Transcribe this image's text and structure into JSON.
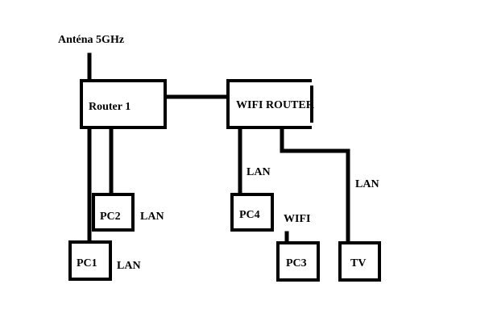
{
  "colors": {
    "background": "#ffffff",
    "ink": "#000000"
  },
  "labels": {
    "antenna": "Anténa 5GHz",
    "router1": "Router 1",
    "wifi_router": "WIFI ROUTER",
    "pc1": "PC1",
    "pc2": "PC2",
    "pc3": "PC3",
    "pc4": "PC4",
    "tv": "TV",
    "lan_pc1": "LAN",
    "lan_pc2": "LAN",
    "lan_pc4": "LAN",
    "lan_tv": "LAN",
    "wifi_pc3": "WIFI"
  }
}
